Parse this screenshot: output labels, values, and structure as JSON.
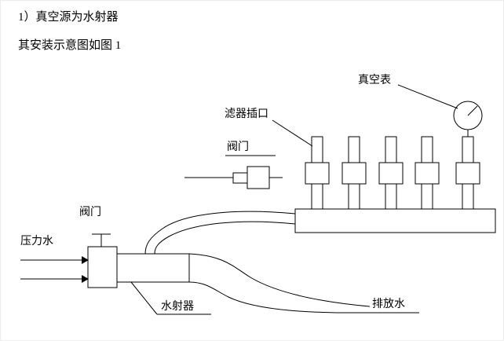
{
  "document": {
    "heading": "1）真空源为水射器",
    "subheading": "其安装示意图如图 1"
  },
  "diagram": {
    "labels": {
      "vacuum_gauge": "真空表",
      "filter_port": "滤器插口",
      "valve_top": "阀门",
      "valve_inlet": "阀门",
      "pressure_water": "压力水",
      "water_ejector": "水射器",
      "discharge_water": "排放水"
    },
    "colors": {
      "line": "#000000",
      "background": "#ffffff",
      "text": "#000000"
    }
  }
}
